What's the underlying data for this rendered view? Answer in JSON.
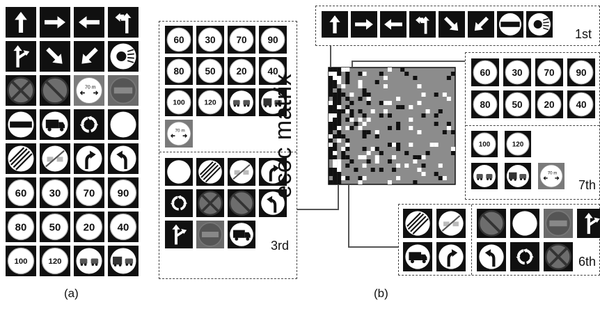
{
  "captions": {
    "a": "(a)",
    "b": "(b)"
  },
  "ecoc_label": "ecoc matrix",
  "group_labels": {
    "first": "1st",
    "third": "3rd",
    "sixth": "6th",
    "seventh": "7th"
  },
  "colors": {
    "tile_bg": "#101010",
    "matrix_bg": "#8c8c8c",
    "gray_tile": "#7a7a7a"
  },
  "grid_a": {
    "rows": [
      [
        {
          "type": "arrow-up-icon"
        },
        {
          "type": "arrow-right-icon"
        },
        {
          "type": "arrow-left-icon"
        },
        {
          "type": "arrow-left-up-icon"
        }
      ],
      [
        {
          "type": "arrow-up-right-icon"
        },
        {
          "type": "arrow-down-right-icon"
        },
        {
          "type": "arrow-down-left-icon"
        },
        {
          "type": "headlight-icon"
        }
      ],
      [
        {
          "type": "no-stopping-icon"
        },
        {
          "type": "no-parking-icon"
        },
        {
          "type": "weight-limit-icon",
          "text": "70 m"
        },
        {
          "type": "gray-panel-icon"
        }
      ],
      [
        {
          "type": "no-entry-icon"
        },
        {
          "type": "truck-icon"
        },
        {
          "type": "roundabout-icon"
        },
        {
          "type": "white-circle-icon"
        }
      ],
      [
        {
          "type": "end-restriction-icon"
        },
        {
          "type": "end-overtaking-icon"
        },
        {
          "type": "curve-right-icon"
        },
        {
          "type": "curve-left-icon"
        }
      ],
      [
        {
          "type": "speed-limit-icon",
          "text": "60"
        },
        {
          "type": "speed-limit-icon",
          "text": "30"
        },
        {
          "type": "speed-limit-icon",
          "text": "70"
        },
        {
          "type": "speed-limit-icon",
          "text": "90"
        }
      ],
      [
        {
          "type": "speed-limit-icon",
          "text": "80"
        },
        {
          "type": "speed-limit-icon",
          "text": "50"
        },
        {
          "type": "speed-limit-icon",
          "text": "20"
        },
        {
          "type": "speed-limit-icon",
          "text": "40"
        }
      ],
      [
        {
          "type": "speed-limit-icon",
          "text": "100"
        },
        {
          "type": "speed-limit-icon",
          "text": "120"
        },
        {
          "type": "no-overtaking-icon"
        },
        {
          "type": "truck-overtaking-icon"
        }
      ]
    ]
  },
  "groups": {
    "first": [
      {
        "type": "arrow-up-icon"
      },
      {
        "type": "arrow-right-icon"
      },
      {
        "type": "arrow-left-icon"
      },
      {
        "type": "arrow-left-up-icon"
      },
      {
        "type": "arrow-down-right-icon"
      },
      {
        "type": "arrow-down-left-icon"
      },
      {
        "type": "no-entry-icon"
      },
      {
        "type": "headlight-icon"
      }
    ],
    "second": [
      {
        "type": "speed-limit-icon",
        "text": "60"
      },
      {
        "type": "speed-limit-icon",
        "text": "30"
      },
      {
        "type": "speed-limit-icon",
        "text": "70"
      },
      {
        "type": "speed-limit-icon",
        "text": "90"
      },
      {
        "type": "speed-limit-icon",
        "text": "80"
      },
      {
        "type": "speed-limit-icon",
        "text": "50"
      },
      {
        "type": "speed-limit-icon",
        "text": "20"
      },
      {
        "type": "speed-limit-icon",
        "text": "40"
      },
      {
        "type": "speed-limit-icon",
        "text": "100"
      },
      {
        "type": "speed-limit-icon",
        "text": "120"
      },
      {
        "type": "no-overtaking-icon"
      },
      {
        "type": "truck-overtaking-icon"
      },
      {
        "type": "weight-limit-icon",
        "text": "70 m"
      }
    ],
    "third": [
      {
        "type": "white-circle-icon"
      },
      {
        "type": "end-restriction-icon"
      },
      {
        "type": "end-overtaking-icon"
      },
      {
        "type": "curve-right-icon"
      },
      {
        "type": "roundabout-icon"
      },
      {
        "type": "no-stopping-icon"
      },
      {
        "type": "no-parking-icon"
      },
      {
        "type": "curve-left-icon"
      },
      {
        "type": "arrow-up-right-icon"
      },
      {
        "type": "gray-panel-icon"
      },
      {
        "type": "truck-icon"
      }
    ],
    "right_top": [
      {
        "type": "speed-limit-icon",
        "text": "60"
      },
      {
        "type": "speed-limit-icon",
        "text": "30"
      },
      {
        "type": "speed-limit-icon",
        "text": "70"
      },
      {
        "type": "speed-limit-icon",
        "text": "90"
      },
      {
        "type": "speed-limit-icon",
        "text": "80"
      },
      {
        "type": "speed-limit-icon",
        "text": "50"
      },
      {
        "type": "speed-limit-icon",
        "text": "20"
      },
      {
        "type": "speed-limit-icon",
        "text": "40"
      }
    ],
    "seventh": [
      {
        "type": "speed-limit-icon",
        "text": "100"
      },
      {
        "type": "speed-limit-icon",
        "text": "120"
      },
      {
        "type": "no-overtaking-icon"
      },
      {
        "type": "truck-overtaking-icon"
      },
      {
        "type": "weight-limit-icon",
        "text": "70 m"
      }
    ],
    "bottom_small": [
      {
        "type": "end-restriction-icon"
      },
      {
        "type": "end-overtaking-icon"
      },
      {
        "type": "truck-icon"
      },
      {
        "type": "curve-right-icon"
      }
    ],
    "sixth": [
      {
        "type": "no-parking-icon"
      },
      {
        "type": "white-circle-icon"
      },
      {
        "type": "gray-panel-icon"
      },
      {
        "type": "arrow-up-right-icon"
      },
      {
        "type": "curve-left-icon"
      },
      {
        "type": "roundabout-icon"
      },
      {
        "type": "no-stopping-icon"
      }
    ]
  }
}
